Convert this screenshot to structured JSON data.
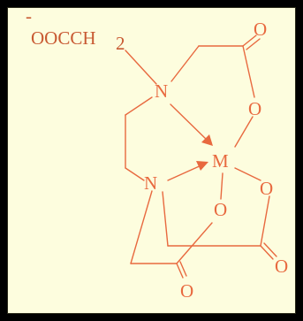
{
  "diagram": {
    "labels": {
      "charge": "-",
      "group": "OOCCH",
      "subscript": "2",
      "n_top": "N",
      "n_bottom": "N",
      "metal": "M",
      "o_top_carbonyl": "O",
      "o_top_ring": "O",
      "o_right": "O",
      "o_middle": "O",
      "o_right_carbonyl": "O",
      "o_bottom_carbonyl": "O"
    },
    "colors": {
      "background": "#fdfdde",
      "frame": "#000000",
      "structure": "#e8693f"
    }
  }
}
